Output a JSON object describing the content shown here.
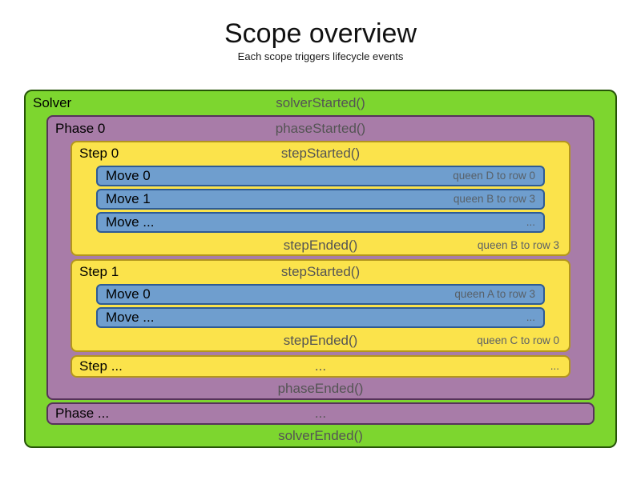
{
  "title": "Scope overview",
  "subtitle": "Each scope triggers lifecycle events",
  "colors": {
    "solver_green": "#7dd62f",
    "phase_purple": "#a87ca8",
    "step_yellow": "#fbe34b",
    "move_blue": "#6f9ece"
  },
  "solver": {
    "label": "Solver",
    "started_event": "solverStarted()",
    "ended_event": "solverEnded()",
    "phases": [
      {
        "label": "Phase 0",
        "started_event": "phaseStarted()",
        "ended_event": "phaseEnded()",
        "steps": [
          {
            "label": "Step 0",
            "started_event": "stepStarted()",
            "ended_event": "stepEnded()",
            "ended_annotation": "queen B to row 3",
            "moves": [
              {
                "label": "Move 0",
                "annotation": "queen D to row 0"
              },
              {
                "label": "Move 1",
                "annotation": "queen B to row 3"
              },
              {
                "label": "Move ...",
                "annotation": "..."
              }
            ]
          },
          {
            "label": "Step 1",
            "started_event": "stepStarted()",
            "ended_event": "stepEnded()",
            "ended_annotation": "queen C to row 0",
            "moves": [
              {
                "label": "Move 0",
                "annotation": "queen A to row 3"
              },
              {
                "label": "Move ...",
                "annotation": "..."
              }
            ]
          }
        ],
        "more_steps": {
          "label": "Step ...",
          "center": "...",
          "right": "..."
        }
      }
    ],
    "more_phases": {
      "label": "Phase ...",
      "center": "..."
    }
  }
}
